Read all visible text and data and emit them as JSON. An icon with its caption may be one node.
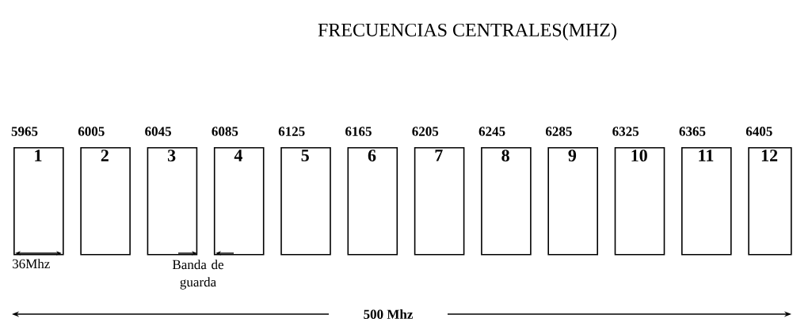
{
  "diagram": {
    "title": "FRECUENCIAS CENTRALES(MHZ)",
    "nodes": [
      {
        "text": [
          "1"
        ],
        "beside": [
          "5965"
        ]
      },
      {
        "text": [
          "2"
        ],
        "beside": [
          "6005"
        ]
      },
      {
        "text": [
          "3"
        ],
        "beside": [
          "6045"
        ]
      },
      {
        "text": [
          "4"
        ],
        "beside": [
          "6085"
        ]
      },
      {
        "text": [
          "5"
        ],
        "beside": [
          "6125"
        ]
      },
      {
        "text": [
          "6"
        ],
        "beside": [
          "6165"
        ]
      },
      {
        "text": [
          "7"
        ],
        "beside": [
          "6205"
        ]
      },
      {
        "text": [
          "8"
        ],
        "beside": [
          "6245"
        ]
      },
      {
        "text": [
          "9"
        ],
        "beside": [
          "6285"
        ]
      },
      {
        "text": [
          "10"
        ],
        "beside": [
          "6325"
        ]
      },
      {
        "text": [
          "11"
        ],
        "beside": [
          "6365"
        ]
      },
      {
        "text": [
          "12"
        ],
        "beside": [
          "6405"
        ]
      }
    ],
    "labels": [
      "36Mhz",
      "Banda de guarda",
      "500 Mhz"
    ]
  }
}
